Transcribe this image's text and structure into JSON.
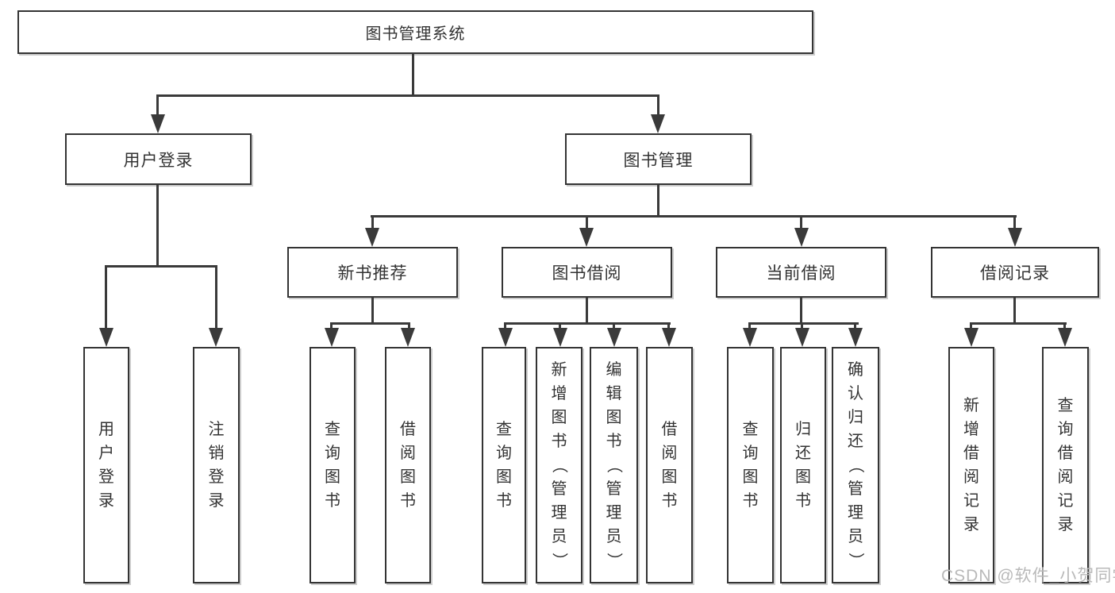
{
  "tree": {
    "root": "图书管理系统",
    "level2": [
      "用户登录",
      "图书管理"
    ],
    "level3": [
      "新书推荐",
      "图书借阅",
      "当前借阅",
      "借阅记录"
    ],
    "leaves": {
      "user_login": [
        "用户登录",
        "注销登录"
      ],
      "new_book": [
        "查询图书",
        "借阅图书"
      ],
      "book_borrow": [
        "查询图书",
        "新增图书（管理员）",
        "编辑图书（管理员）",
        "借阅图书"
      ],
      "current_borrow": [
        "查询图书",
        "归还图书",
        "确认归还（管理员）"
      ],
      "borrow_record": [
        "新增借阅记录",
        "查询借阅记录"
      ]
    }
  },
  "watermark": "CSDN @软件_小贺同学",
  "colors": {
    "line": "#3a3a3a",
    "text": "#333333",
    "watermark": "#b9b9b9",
    "background": "#ffffff"
  }
}
